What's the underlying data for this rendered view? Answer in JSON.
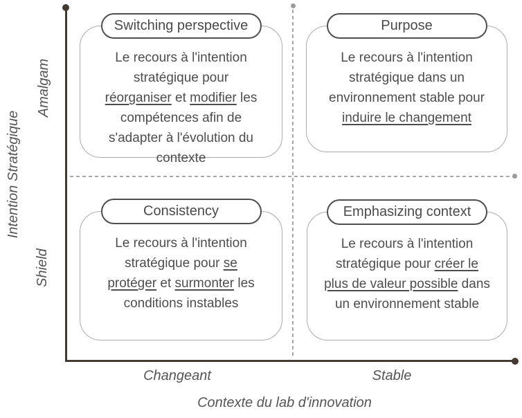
{
  "diagram": {
    "y_axis": {
      "title": "Intention Stratégique",
      "top_label": "Amalgam",
      "bottom_label": "Shield"
    },
    "x_axis": {
      "title": "Contexte du lab d'innovation",
      "left_label": "Changeant",
      "right_label": "Stable"
    },
    "quadrants": [
      {
        "position": "top-left",
        "title": "Switching perspective",
        "body": [
          {
            "t": "Le recours à l'intention\nstratégique pour\n"
          },
          {
            "t": "réorganiser",
            "u": true
          },
          {
            "t": " et "
          },
          {
            "t": "modifier",
            "u": true
          },
          {
            "t": " les\ncompétences afin de\ns'adapter à l'évolution du\ncontexte"
          }
        ]
      },
      {
        "position": "top-right",
        "title": "Purpose",
        "body": [
          {
            "t": "Le recours à l'intention\nstratégique dans un\nenvironnement stable pour\n"
          },
          {
            "t": "induire le changement",
            "u": true
          }
        ]
      },
      {
        "position": "bottom-left",
        "title": "Consistency",
        "body": [
          {
            "t": "Le recours à l'intention\nstratégique pour "
          },
          {
            "t": "se\nprotéger",
            "u": true
          },
          {
            "t": " et "
          },
          {
            "t": "surmonter",
            "u": true
          },
          {
            "t": " les\nconditions instables"
          }
        ]
      },
      {
        "position": "bottom-right",
        "title": "Emphasizing context",
        "body": [
          {
            "t": "Le recours à l'intention\nstratégique pour "
          },
          {
            "t": "créer le\nplus de valeur possible",
            "u": true
          },
          {
            "t": " dans\nun environnement stable"
          }
        ]
      }
    ],
    "colors": {
      "axis": "#453a31",
      "dashed_line": "#a8a8a8",
      "box_border": "#acacac",
      "pill_border": "#4e4e4e",
      "text": "#4d4d4d"
    }
  }
}
